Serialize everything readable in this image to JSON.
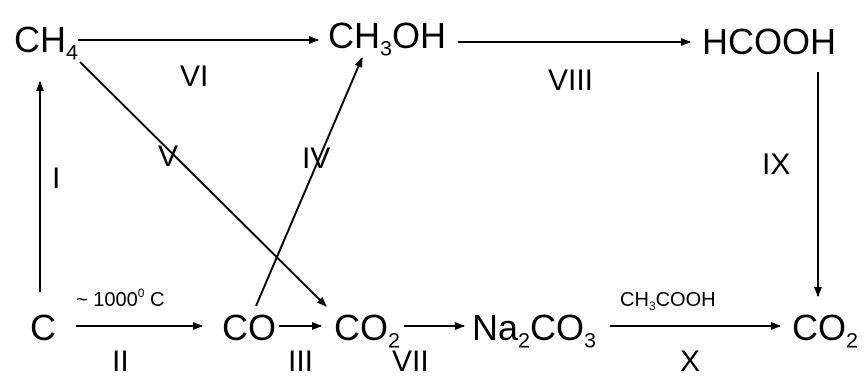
{
  "compounds": {
    "ch4": {
      "main": "CH",
      "sub": "4"
    },
    "ch3oh": {
      "pre": "CH",
      "sub": "3",
      "post": "OH"
    },
    "hcooh": "HCOOH",
    "c": "C",
    "co": "CO",
    "co2_mid": {
      "main": "CO",
      "sub": "2"
    },
    "na2co3": {
      "pre": "Na",
      "sub1": "2",
      "mid": "CO",
      "sub2": "3"
    },
    "co2_right": {
      "main": "CO",
      "sub": "2"
    }
  },
  "steps": {
    "i": "I",
    "ii": "II",
    "iii": "III",
    "iv": "IV",
    "v": "V",
    "vi": "VI",
    "vii": "VII",
    "viii": "VIII",
    "ix": "IX",
    "x": "X"
  },
  "conditions": {
    "temp": {
      "prefix": "~ 1000",
      "sup": "0",
      "suffix": " C"
    },
    "reagent": {
      "pre": "CH",
      "sub": "3",
      "post": "COOH"
    }
  }
}
